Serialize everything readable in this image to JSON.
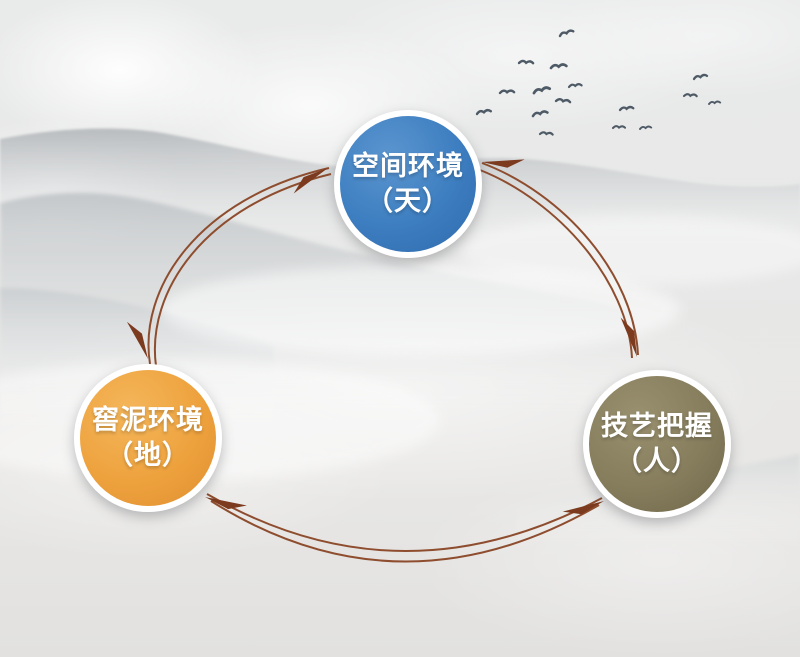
{
  "diagram": {
    "type": "cycle",
    "nodes": [
      {
        "id": "node-space-environment",
        "line1": "空间环境",
        "line2": "（天）",
        "color": "#3E7FC1"
      },
      {
        "id": "node-pit-mud-environment",
        "line1": "窖泥环境",
        "line2": "（地）",
        "color": "#EEA23E"
      },
      {
        "id": "node-craft-mastery",
        "line1": "技艺把握",
        "line2": "（人）",
        "color": "#867D5D"
      }
    ],
    "connections": [
      {
        "from": "node-pit-mud-environment",
        "to": "node-space-environment",
        "bidirectional": true
      },
      {
        "from": "node-space-environment",
        "to": "node-craft-mastery",
        "bidirectional": true
      },
      {
        "from": "node-pit-mud-environment",
        "to": "node-craft-mastery",
        "bidirectional": true
      }
    ],
    "arrow_line_color": "#8E4D2E",
    "arrowhead_color": "#7C3A1E"
  },
  "background": {
    "style": "ink-wash-landscape",
    "elements": [
      "clouds",
      "mountain-ridges",
      "fog",
      "bird-flock"
    ],
    "bird_color": "#4E5A66",
    "base_color": "#E8E7E5"
  }
}
